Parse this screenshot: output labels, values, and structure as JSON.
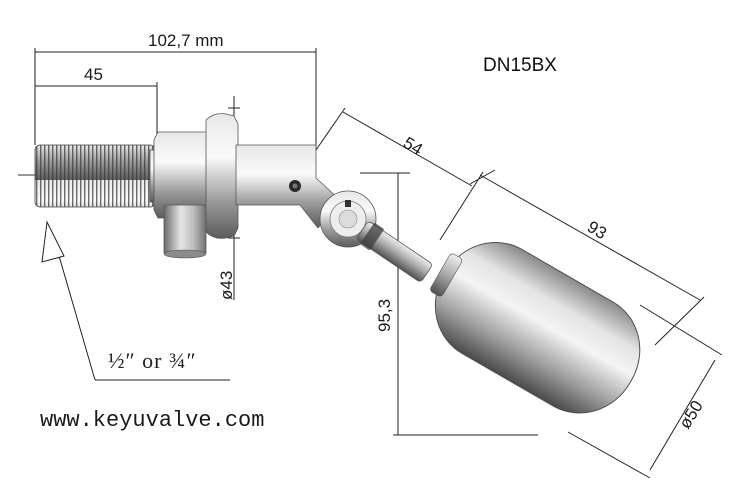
{
  "model": "DN15BX",
  "website": "www.keyuvalve.com",
  "thread_size": "½″ or ¾″",
  "dimensions": {
    "overall_length": "102,7 mm",
    "thread_length": "45",
    "arm_length": "54",
    "float_length": "93",
    "drop_height": "95,3",
    "body_diameter": "ø43",
    "float_diameter": "ø50"
  }
}
